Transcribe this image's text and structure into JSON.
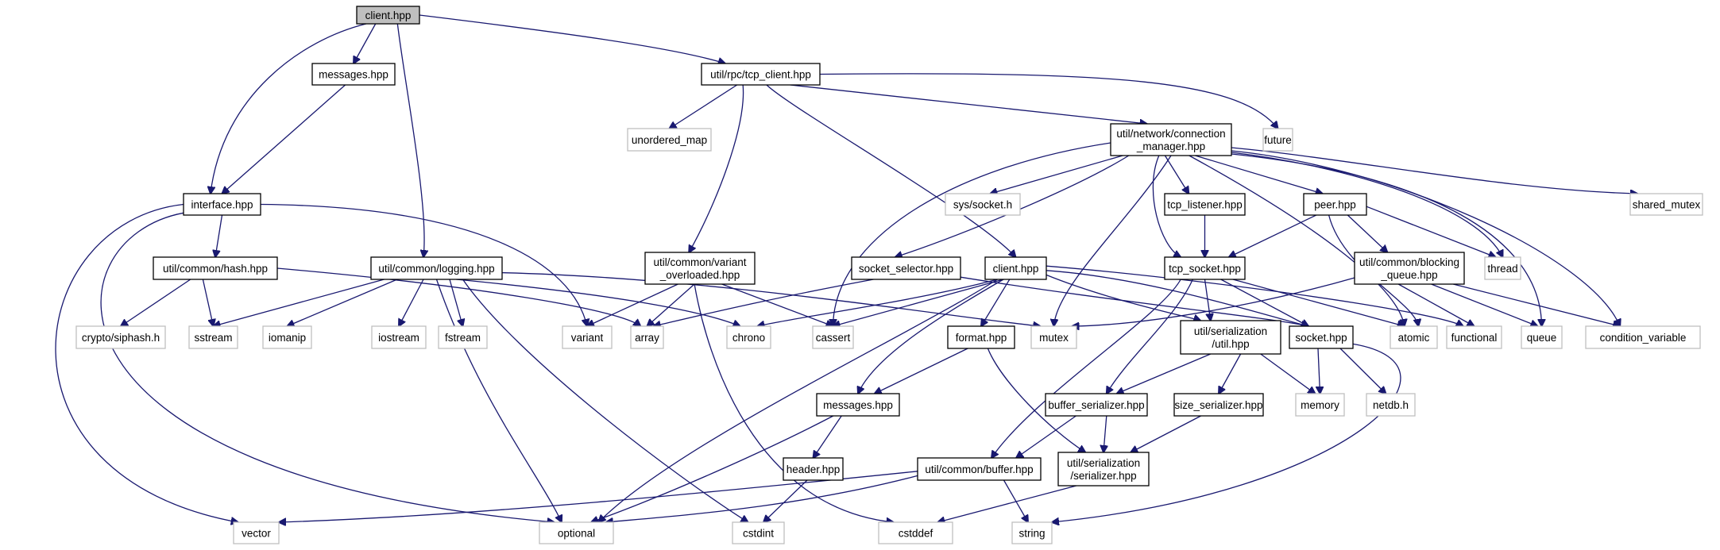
{
  "colors": {
    "edge": "#191970",
    "root_fill": "#bfbfbf",
    "system_border": "#bfbfbf",
    "local_border": "#000000"
  },
  "nodes": [
    {
      "id": "root",
      "label": "client.hpp",
      "kind": "root"
    },
    {
      "id": "messages1",
      "label": "messages.hpp",
      "kind": "local"
    },
    {
      "id": "tcpclient",
      "label": "util/rpc/tcp_client.hpp",
      "kind": "local"
    },
    {
      "id": "umap",
      "label": "unordered_map",
      "kind": "system"
    },
    {
      "id": "future",
      "label": "future",
      "kind": "system"
    },
    {
      "id": "connmgr",
      "label": [
        "util/network/connection",
        "_manager.hpp"
      ],
      "kind": "local"
    },
    {
      "id": "interface",
      "label": "interface.hpp",
      "kind": "local"
    },
    {
      "id": "syssocket",
      "label": "sys/socket.h",
      "kind": "system"
    },
    {
      "id": "tcplistener",
      "label": "tcp_listener.hpp",
      "kind": "local"
    },
    {
      "id": "peer",
      "label": "peer.hpp",
      "kind": "local"
    },
    {
      "id": "sharedmutex",
      "label": "shared_mutex",
      "kind": "system"
    },
    {
      "id": "hash",
      "label": "util/common/hash.hpp",
      "kind": "local"
    },
    {
      "id": "logging",
      "label": "util/common/logging.hpp",
      "kind": "local"
    },
    {
      "id": "variantov",
      "label": [
        "util/common/variant",
        "_overloaded.hpp"
      ],
      "kind": "local"
    },
    {
      "id": "sockselector",
      "label": "socket_selector.hpp",
      "kind": "local"
    },
    {
      "id": "client2",
      "label": "client.hpp",
      "kind": "local"
    },
    {
      "id": "tcpsocket",
      "label": "tcp_socket.hpp",
      "kind": "local"
    },
    {
      "id": "blockingq",
      "label": [
        "util/common/blocking",
        "_queue.hpp"
      ],
      "kind": "local"
    },
    {
      "id": "thread",
      "label": "thread",
      "kind": "system"
    },
    {
      "id": "siphash",
      "label": "crypto/siphash.h",
      "kind": "system"
    },
    {
      "id": "sstream",
      "label": "sstream",
      "kind": "system"
    },
    {
      "id": "iomanip",
      "label": "iomanip",
      "kind": "system"
    },
    {
      "id": "iostream",
      "label": "iostream",
      "kind": "system"
    },
    {
      "id": "fstream",
      "label": "fstream",
      "kind": "system"
    },
    {
      "id": "variant",
      "label": "variant",
      "kind": "system"
    },
    {
      "id": "array",
      "label": "array",
      "kind": "system"
    },
    {
      "id": "chrono",
      "label": "chrono",
      "kind": "system"
    },
    {
      "id": "cassert",
      "label": "cassert",
      "kind": "system"
    },
    {
      "id": "format",
      "label": "format.hpp",
      "kind": "local"
    },
    {
      "id": "mutex",
      "label": "mutex",
      "kind": "system"
    },
    {
      "id": "serutil",
      "label": [
        "util/serialization",
        "/util.hpp"
      ],
      "kind": "local"
    },
    {
      "id": "socket",
      "label": "socket.hpp",
      "kind": "local"
    },
    {
      "id": "atomic",
      "label": "atomic",
      "kind": "system"
    },
    {
      "id": "functional",
      "label": "functional",
      "kind": "system"
    },
    {
      "id": "queue",
      "label": "queue",
      "kind": "system"
    },
    {
      "id": "condvar",
      "label": "condition_variable",
      "kind": "system"
    },
    {
      "id": "messages2",
      "label": "messages.hpp",
      "kind": "local"
    },
    {
      "id": "bufser",
      "label": "buffer_serializer.hpp",
      "kind": "local"
    },
    {
      "id": "sizeser",
      "label": "size_serializer.hpp",
      "kind": "local"
    },
    {
      "id": "memory",
      "label": "memory",
      "kind": "system"
    },
    {
      "id": "netdb",
      "label": "netdb.h",
      "kind": "system"
    },
    {
      "id": "header",
      "label": "header.hpp",
      "kind": "local"
    },
    {
      "id": "buffer",
      "label": "util/common/buffer.hpp",
      "kind": "local"
    },
    {
      "id": "serializer",
      "label": [
        "util/serialization",
        "/serializer.hpp"
      ],
      "kind": "local"
    },
    {
      "id": "vector",
      "label": "vector",
      "kind": "system"
    },
    {
      "id": "optional",
      "label": "optional",
      "kind": "system"
    },
    {
      "id": "cstdint",
      "label": "cstdint",
      "kind": "system"
    },
    {
      "id": "cstddef",
      "label": "cstddef",
      "kind": "system"
    },
    {
      "id": "string",
      "label": "string",
      "kind": "system"
    }
  ]
}
